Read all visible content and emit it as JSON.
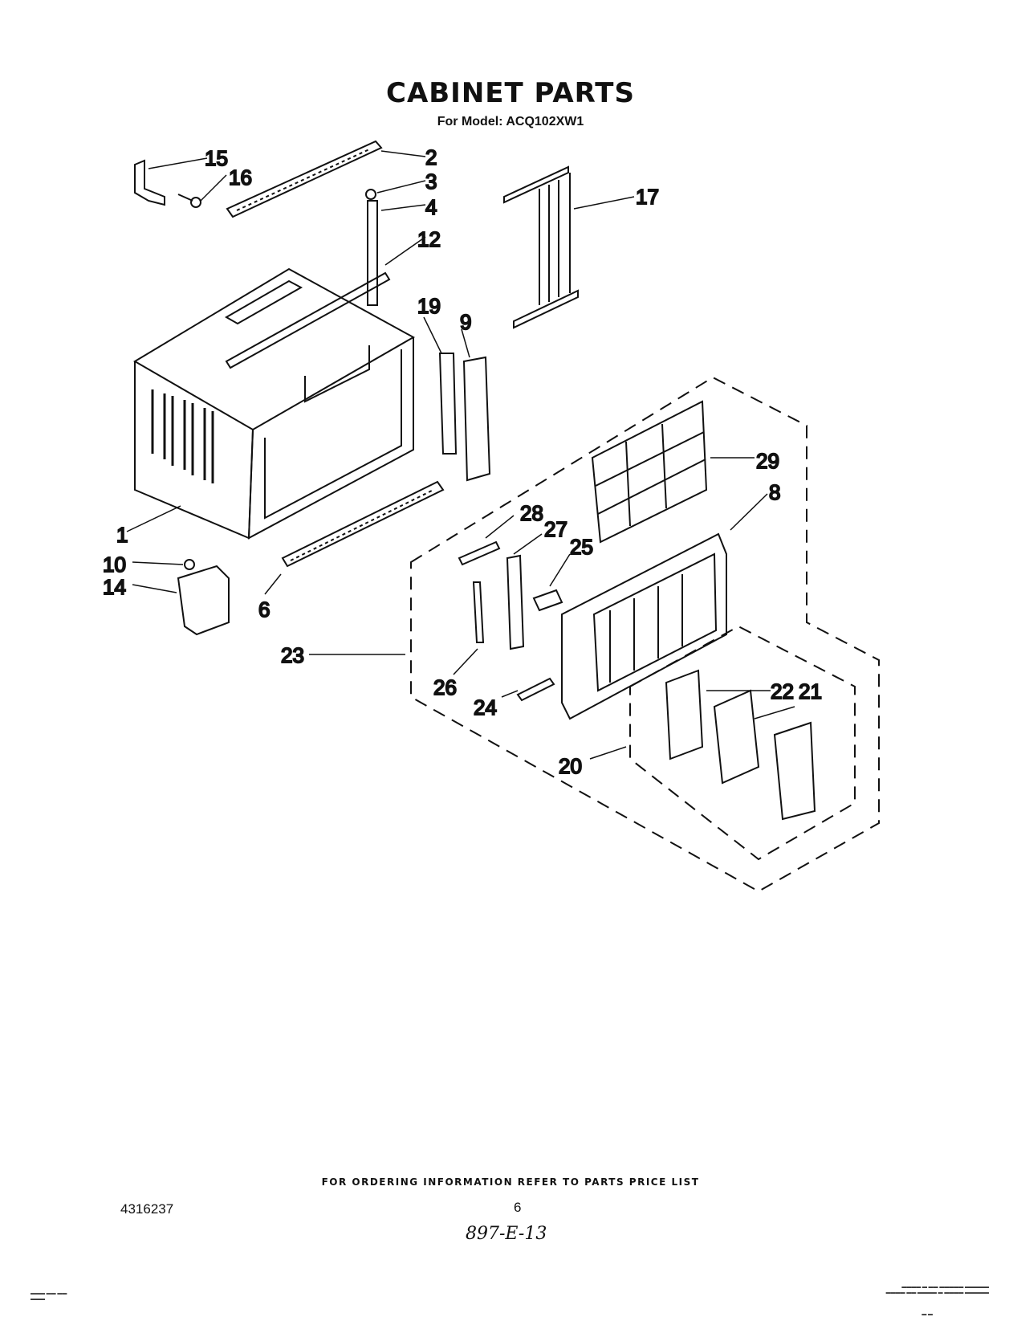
{
  "header": {
    "title": "CABINET PARTS",
    "subtitle": "For Model: ACQ102XW1"
  },
  "callouts": [
    {
      "id": "c15",
      "label": "15"
    },
    {
      "id": "c16",
      "label": "16"
    },
    {
      "id": "c2",
      "label": "2"
    },
    {
      "id": "c3",
      "label": "3"
    },
    {
      "id": "c4",
      "label": "4"
    },
    {
      "id": "c12",
      "label": "12"
    },
    {
      "id": "c17",
      "label": "17"
    },
    {
      "id": "c19",
      "label": "19"
    },
    {
      "id": "c9",
      "label": "9"
    },
    {
      "id": "c29",
      "label": "29"
    },
    {
      "id": "c8",
      "label": "8"
    },
    {
      "id": "c1",
      "label": "1"
    },
    {
      "id": "c28",
      "label": "28"
    },
    {
      "id": "c27",
      "label": "27"
    },
    {
      "id": "c25",
      "label": "25"
    },
    {
      "id": "c10",
      "label": "10"
    },
    {
      "id": "c14",
      "label": "14"
    },
    {
      "id": "c6",
      "label": "6"
    },
    {
      "id": "c23",
      "label": "23"
    },
    {
      "id": "c22",
      "label": "22"
    },
    {
      "id": "c21",
      "label": "21"
    },
    {
      "id": "c26",
      "label": "26"
    },
    {
      "id": "c24",
      "label": "24"
    },
    {
      "id": "c20",
      "label": "20"
    }
  ],
  "footer": {
    "ordering_note": "FOR ORDERING INFORMATION REFER TO PARTS PRICE LIST",
    "part_number": "4316237",
    "page_number": "6",
    "handwritten_note": "897-E-13"
  }
}
